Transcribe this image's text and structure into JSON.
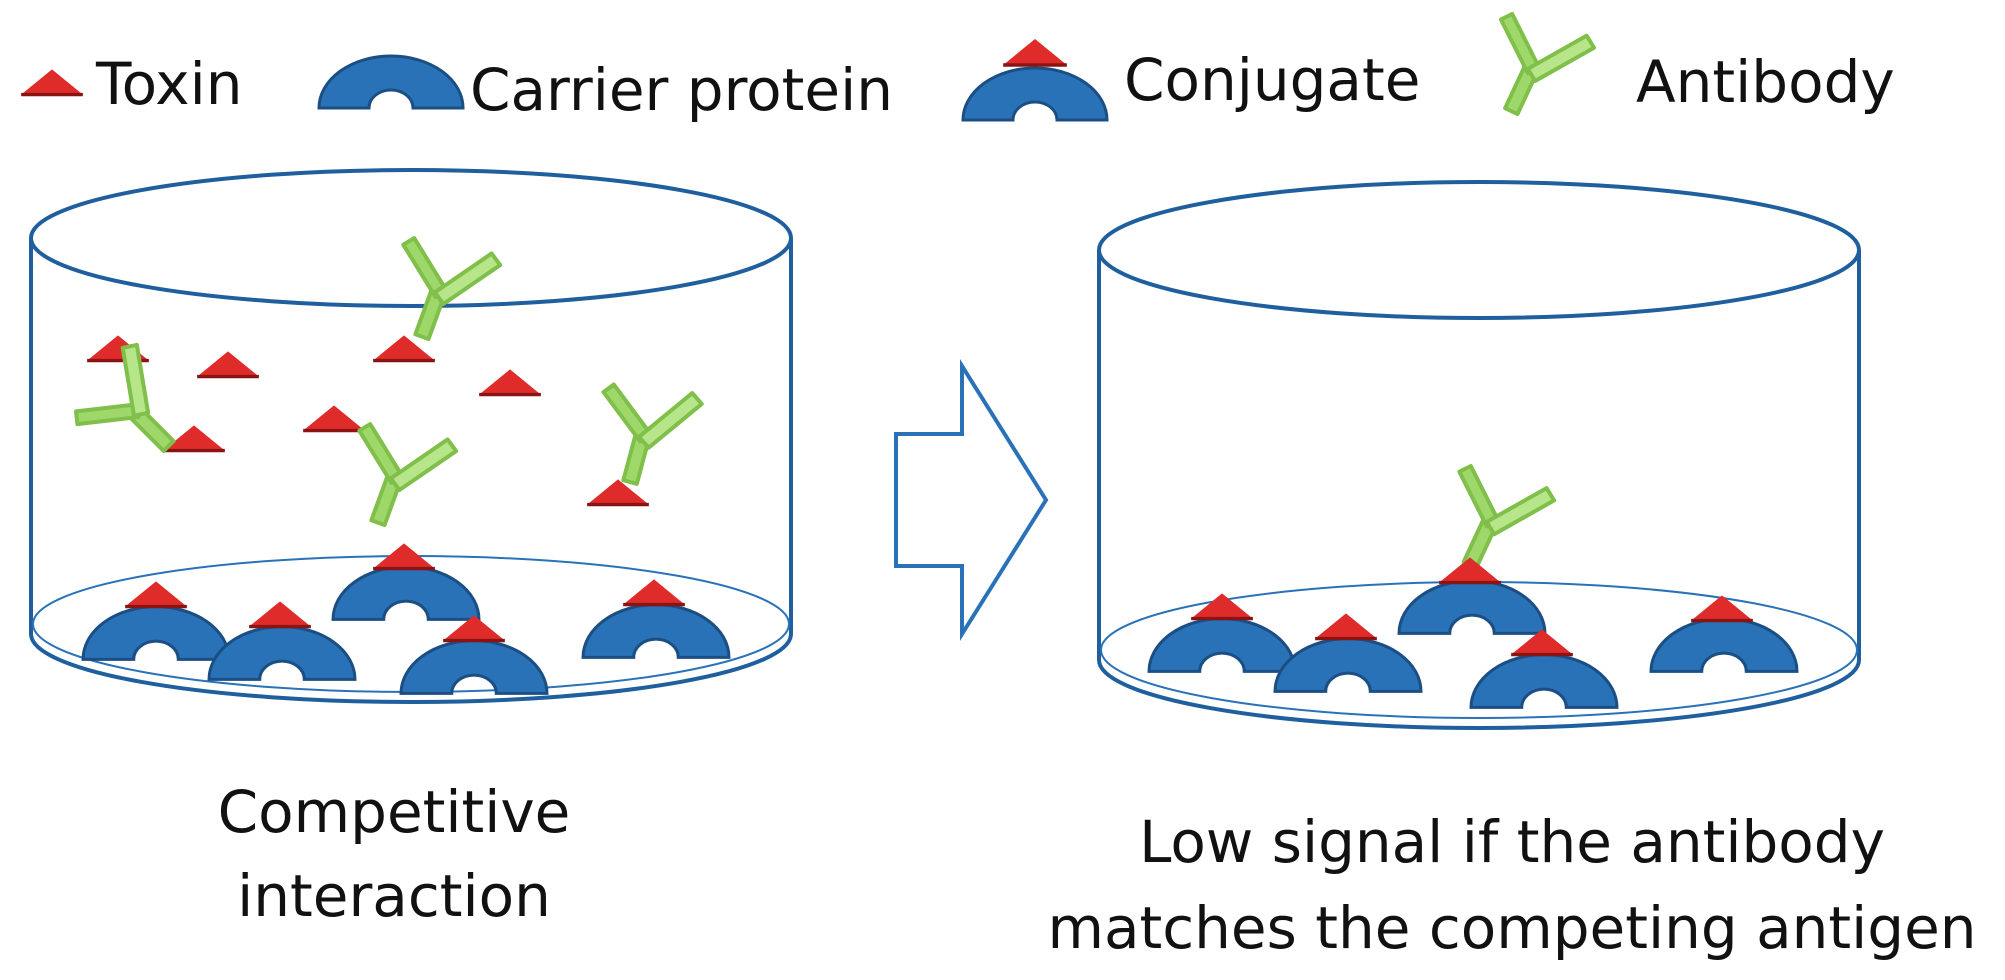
{
  "legend": {
    "toxin": "Toxin",
    "carrier_protein": "Carrier protein",
    "conjugate": "Conjugate",
    "antibody": "Antibody"
  },
  "panels": {
    "left": {
      "caption_line1": "Competitive",
      "caption_line2": "interaction"
    },
    "right": {
      "caption_line1": "Low signal if the antibody",
      "caption_line2": "matches the competing antigen"
    }
  },
  "colors": {
    "toxin": "#e02b2b",
    "carrier_protein": "#2a72b8",
    "carrier_outline": "#1b4f84",
    "antibody": "#9fd86a",
    "antibody_outline": "#7fbf4a",
    "well_outline": "#1f5f9e",
    "arrow_outline": "#2a72b8"
  },
  "icons": {
    "toxin": "red-triangle",
    "carrier_protein": "blue-half-ring",
    "conjugate": "half-ring-with-triangle",
    "antibody": "green-y-shape",
    "arrow": "right-block-arrow"
  }
}
